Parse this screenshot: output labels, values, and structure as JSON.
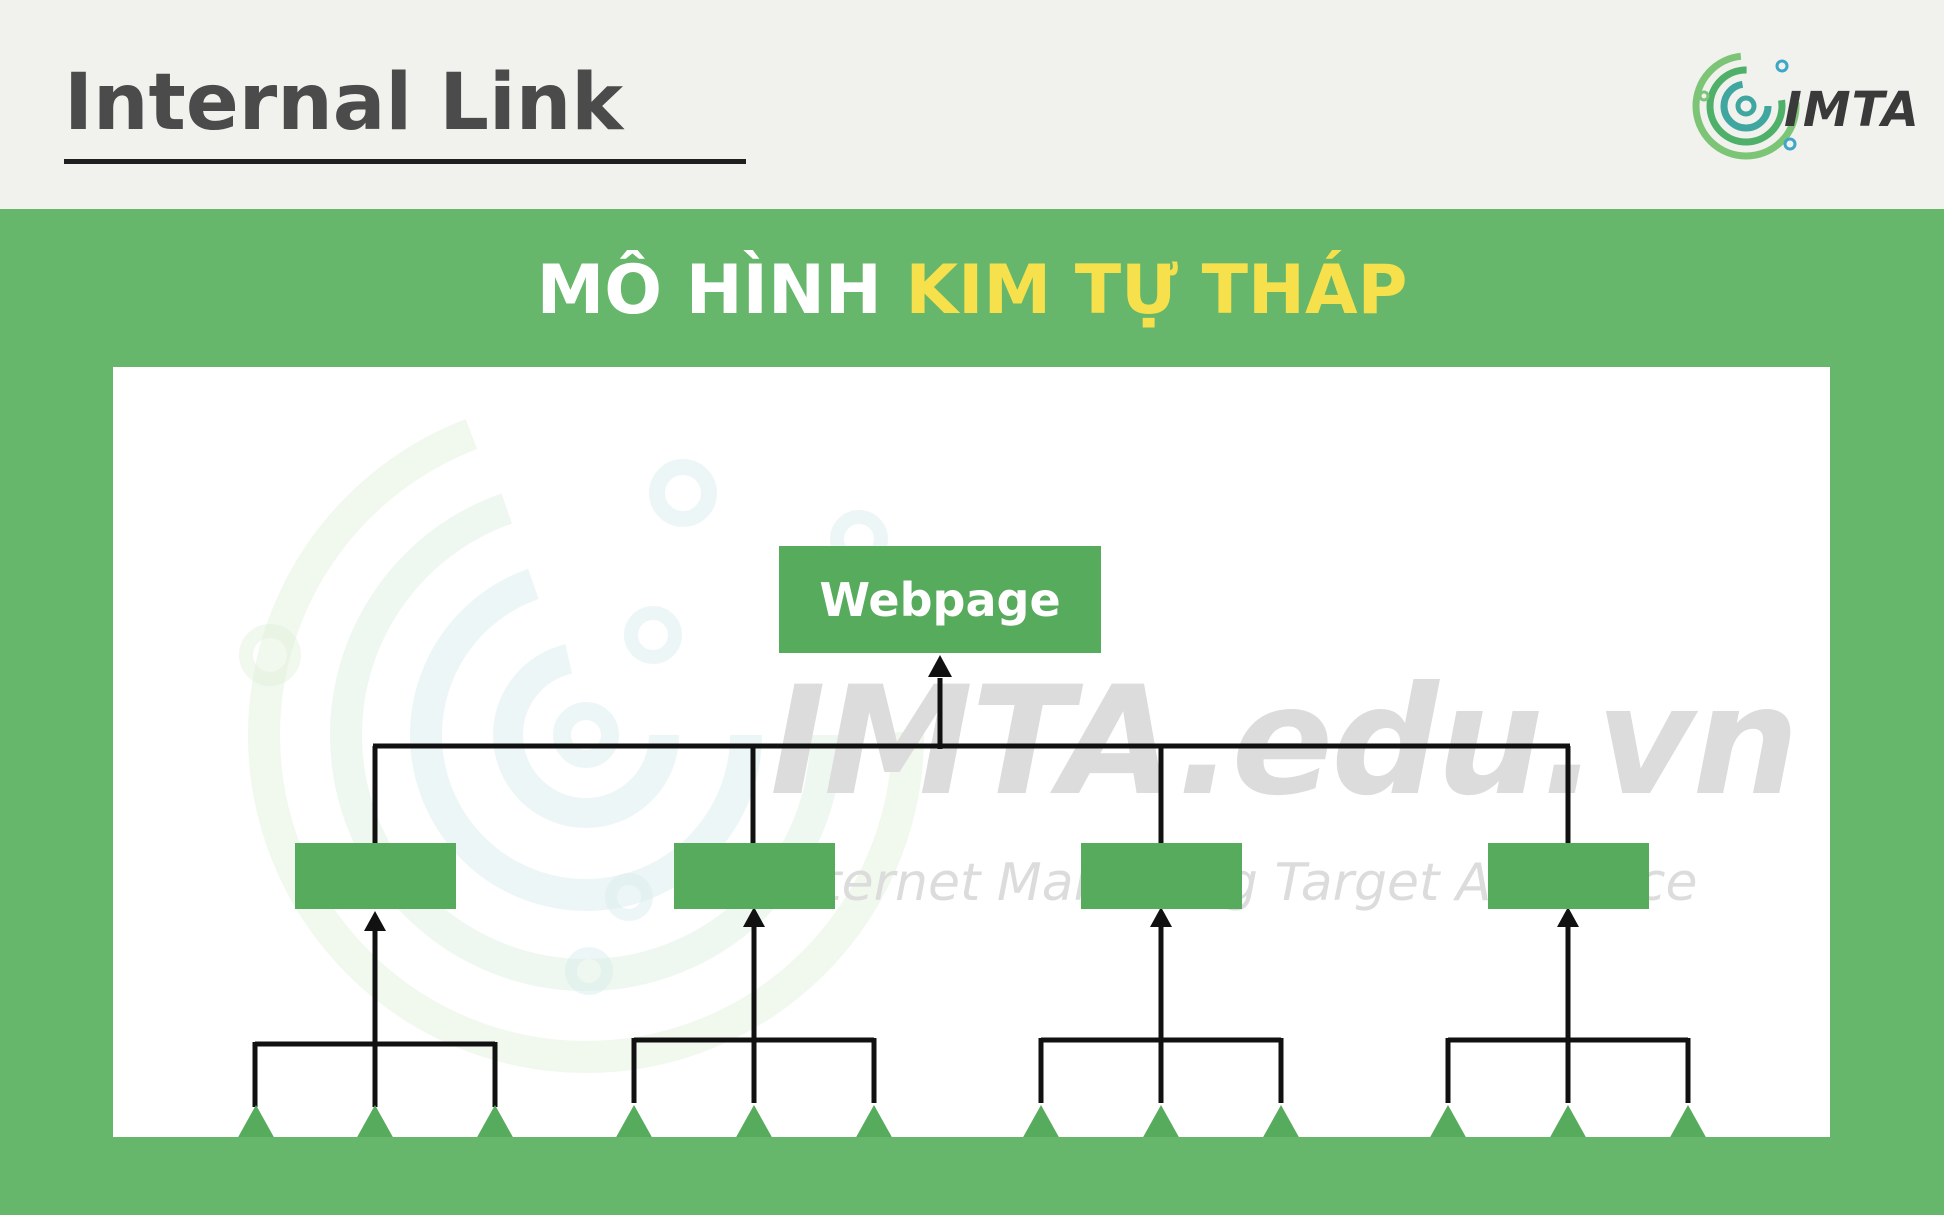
{
  "header": {
    "title": "Internal Link"
  },
  "logo": {
    "text": "IMTA"
  },
  "main": {
    "heading_part1": "MÔ HÌNH",
    "heading_part2": "KIM TỰ THÁP",
    "watermark": {
      "line1": "IMTA.edu.vn",
      "line2": "Internet Marketing Target Audience"
    },
    "diagram": {
      "root_label": "Webpage"
    }
  },
  "colors": {
    "header_bg": "#f1f1ed",
    "main_bg": "#66b76b",
    "node_green": "#57ab5c",
    "highlight_yellow": "#f6e14c",
    "title_gray": "#4b4b4b"
  }
}
